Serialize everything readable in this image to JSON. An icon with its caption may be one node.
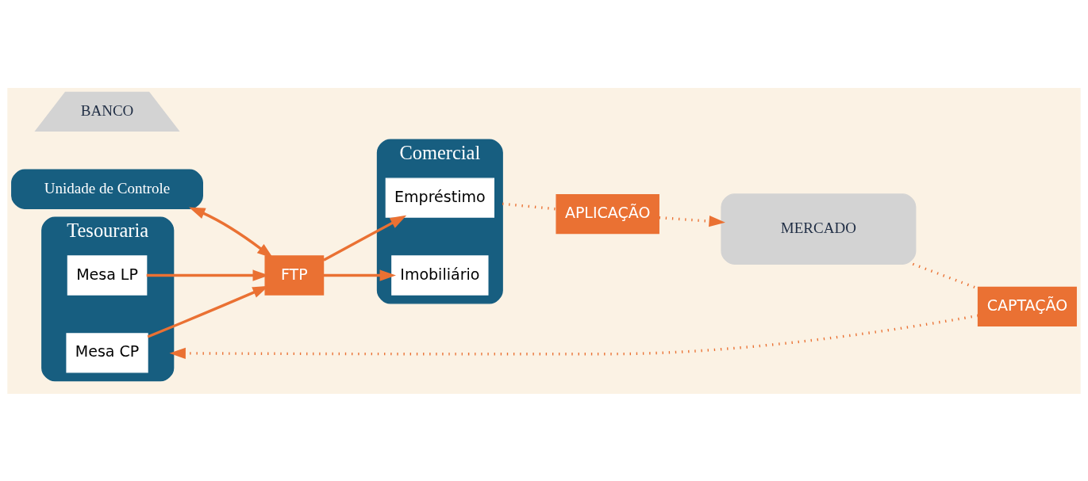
{
  "diagram": {
    "nodes": [
      {
        "text": [
          "Tesouraria"
        ]
      },
      {
        "text": [
          "Mesa CP"
        ],
        "in": 0
      },
      {
        "text": [
          "Mesa LP"
        ],
        "in": 0
      },
      {
        "text": [
          "Unidade de Controle"
        ]
      },
      {
        "text": [
          "FTP"
        ]
      },
      {
        "text": [
          "Comercial"
        ]
      },
      {
        "text": [
          "Empréstimo"
        ],
        "in": 5
      },
      {
        "text": [
          "Imobiliário"
        ],
        "in": 5
      },
      {
        "text": [
          "BANCO"
        ]
      },
      {
        "text": [
          "MERCADO"
        ]
      },
      {
        "text": [
          "CAPTAÇÃO"
        ]
      },
      {
        "text": [
          "APLICAÇÃO"
        ]
      }
    ],
    "edges": [
      {
        "from": 1,
        "to": 4,
        "arrow": "to"
      },
      {
        "from": 2,
        "to": 4,
        "arrow": "to"
      },
      {
        "from": 3,
        "to": 4,
        "arrow": "both"
      },
      {
        "from": 4,
        "to": 6,
        "arrow": "to"
      },
      {
        "from": 4,
        "to": 7,
        "arrow": "to"
      },
      {
        "from": 9,
        "to": 10,
        "arrow": "none",
        "style": "dashed"
      },
      {
        "from": 10,
        "to": 0,
        "arrow": "to",
        "style": "dashed"
      },
      {
        "from": 5,
        "to": 11,
        "arrow": "none",
        "style": "dashed"
      },
      {
        "from": 11,
        "to": 9,
        "arrow": "to",
        "style": "dashed"
      }
    ]
  }
}
